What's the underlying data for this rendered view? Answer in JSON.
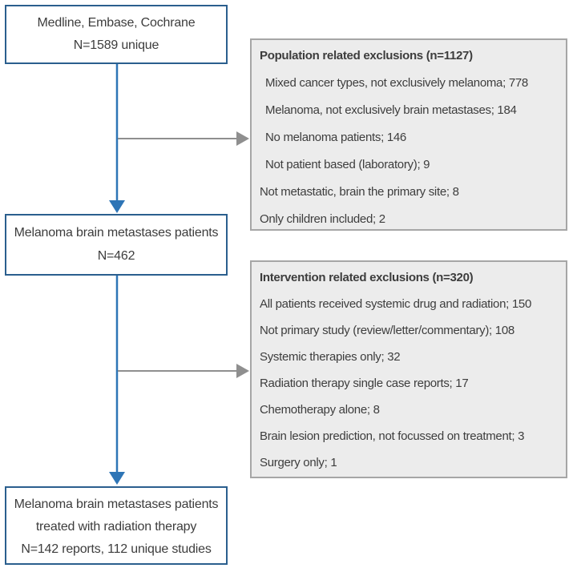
{
  "flow": {
    "source": {
      "line1": "Medline, Embase, Cochrane",
      "count": "N=1589 unique"
    },
    "screened": {
      "line1": "Melanoma brain metastases patients",
      "count": "N=462"
    },
    "included": {
      "line1": "Melanoma brain metastases patients treated with radiation therapy",
      "count": "N=142 reports, 112 unique studies"
    }
  },
  "exclusions": [
    {
      "title": "Population related exclusions (n=1127)",
      "items": [
        "Mixed cancer types, not exclusively melanoma; 778",
        "Melanoma, not exclusively brain metastases; 184",
        "No melanoma patients; 146",
        "Not patient based (laboratory); 9",
        "Not metastatic, brain the primary site; 8",
        "Only children included; 2"
      ]
    },
    {
      "title": "Intervention related exclusions (n=320)",
      "items": [
        "All patients received systemic drug and radiation; 150",
        "Not primary study (review/letter/commentary); 108",
        "Systemic therapies only; 32",
        "Radiation therapy single case reports; 17",
        "Chemotherapy alone; 8",
        "Brain lesion prediction, not focussed on treatment; 3",
        "Surgery only; 1"
      ]
    }
  ],
  "colors": {
    "box_border_blue": "#2b5f8e",
    "arrow_blue": "#2e75b6",
    "arrow_gray": "#8f8f8f",
    "exclusion_fill": "#ececec",
    "exclusion_border": "#a6a6a6",
    "text": "#3d3d3d",
    "background": "#ffffff"
  }
}
